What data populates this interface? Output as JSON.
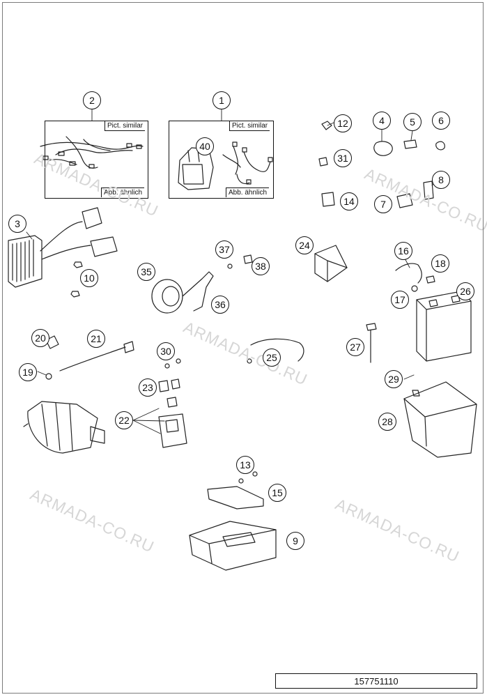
{
  "diagram": {
    "watermark_text": "ARMADA-CO.RU",
    "document_number": "157751110",
    "pict_similar_label": "Pict. similar",
    "abb_aehnlich_label": "Abb. ähnlich",
    "callouts": {
      "c1": "1",
      "c2": "2",
      "c3": "3",
      "c4": "4",
      "c5": "5",
      "c6": "6",
      "c7": "7",
      "c8": "8",
      "c9": "9",
      "c10": "10",
      "c12": "12",
      "c13": "13",
      "c14": "14",
      "c15": "15",
      "c16": "16",
      "c17": "17",
      "c18": "18",
      "c19": "19",
      "c20": "20",
      "c21": "21",
      "c22": "22",
      "c23": "23",
      "c24": "24",
      "c25": "25",
      "c26": "26",
      "c27": "27",
      "c28": "28",
      "c29": "29",
      "c30": "30",
      "c31": "31",
      "c35": "35",
      "c36": "36",
      "c37": "37",
      "c38": "38",
      "c40": "40"
    }
  }
}
